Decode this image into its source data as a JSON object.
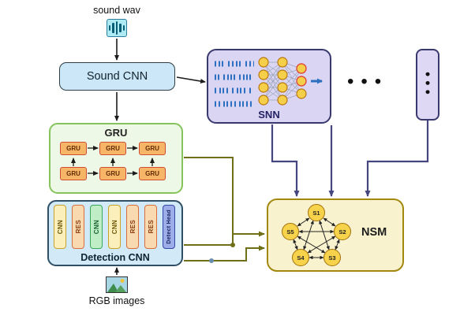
{
  "sound": {
    "wav_label": "sound wav",
    "cnn_label": "Sound CNN"
  },
  "snn": {
    "label": "SNN"
  },
  "ellipsis_h": "•••",
  "panel": {
    "ellipsis_v": "•••"
  },
  "gru": {
    "title": "GRU",
    "cells": [
      "GRU",
      "GRU",
      "GRU",
      "GRU",
      "GRU",
      "GRU"
    ]
  },
  "detection": {
    "title": "Detection CNN",
    "bars": [
      {
        "label": "CNN"
      },
      {
        "label": "RES"
      },
      {
        "label": "CNN"
      },
      {
        "label": "CNN"
      },
      {
        "label": "RES"
      },
      {
        "label": "RES"
      },
      {
        "label": "Detect Head"
      }
    ]
  },
  "rgb": {
    "label": "RGB images"
  },
  "nsm": {
    "title": "NSM",
    "nodes": [
      {
        "label": "S1"
      },
      {
        "label": "S2"
      },
      {
        "label": "S3"
      },
      {
        "label": "S4"
      },
      {
        "label": "S5"
      }
    ]
  },
  "colors": {
    "sound_cnn_fill": "#cbe7f8",
    "snn_fill": "#dbd5f4",
    "snn_border": "#39396e",
    "gru_fill": "#eef8e6",
    "gru_border": "#85c45c",
    "gru_cell_fill": "#f7b568",
    "detection_fill": "#d2e9f8",
    "nsm_fill": "#f8f2cf",
    "nsm_border": "#a3880f",
    "neuron_yellow": "#f6d34b",
    "wire_purple": "#45457f",
    "wire_olive": "#6f6f17",
    "spike_blue": "#2d6fc0"
  }
}
